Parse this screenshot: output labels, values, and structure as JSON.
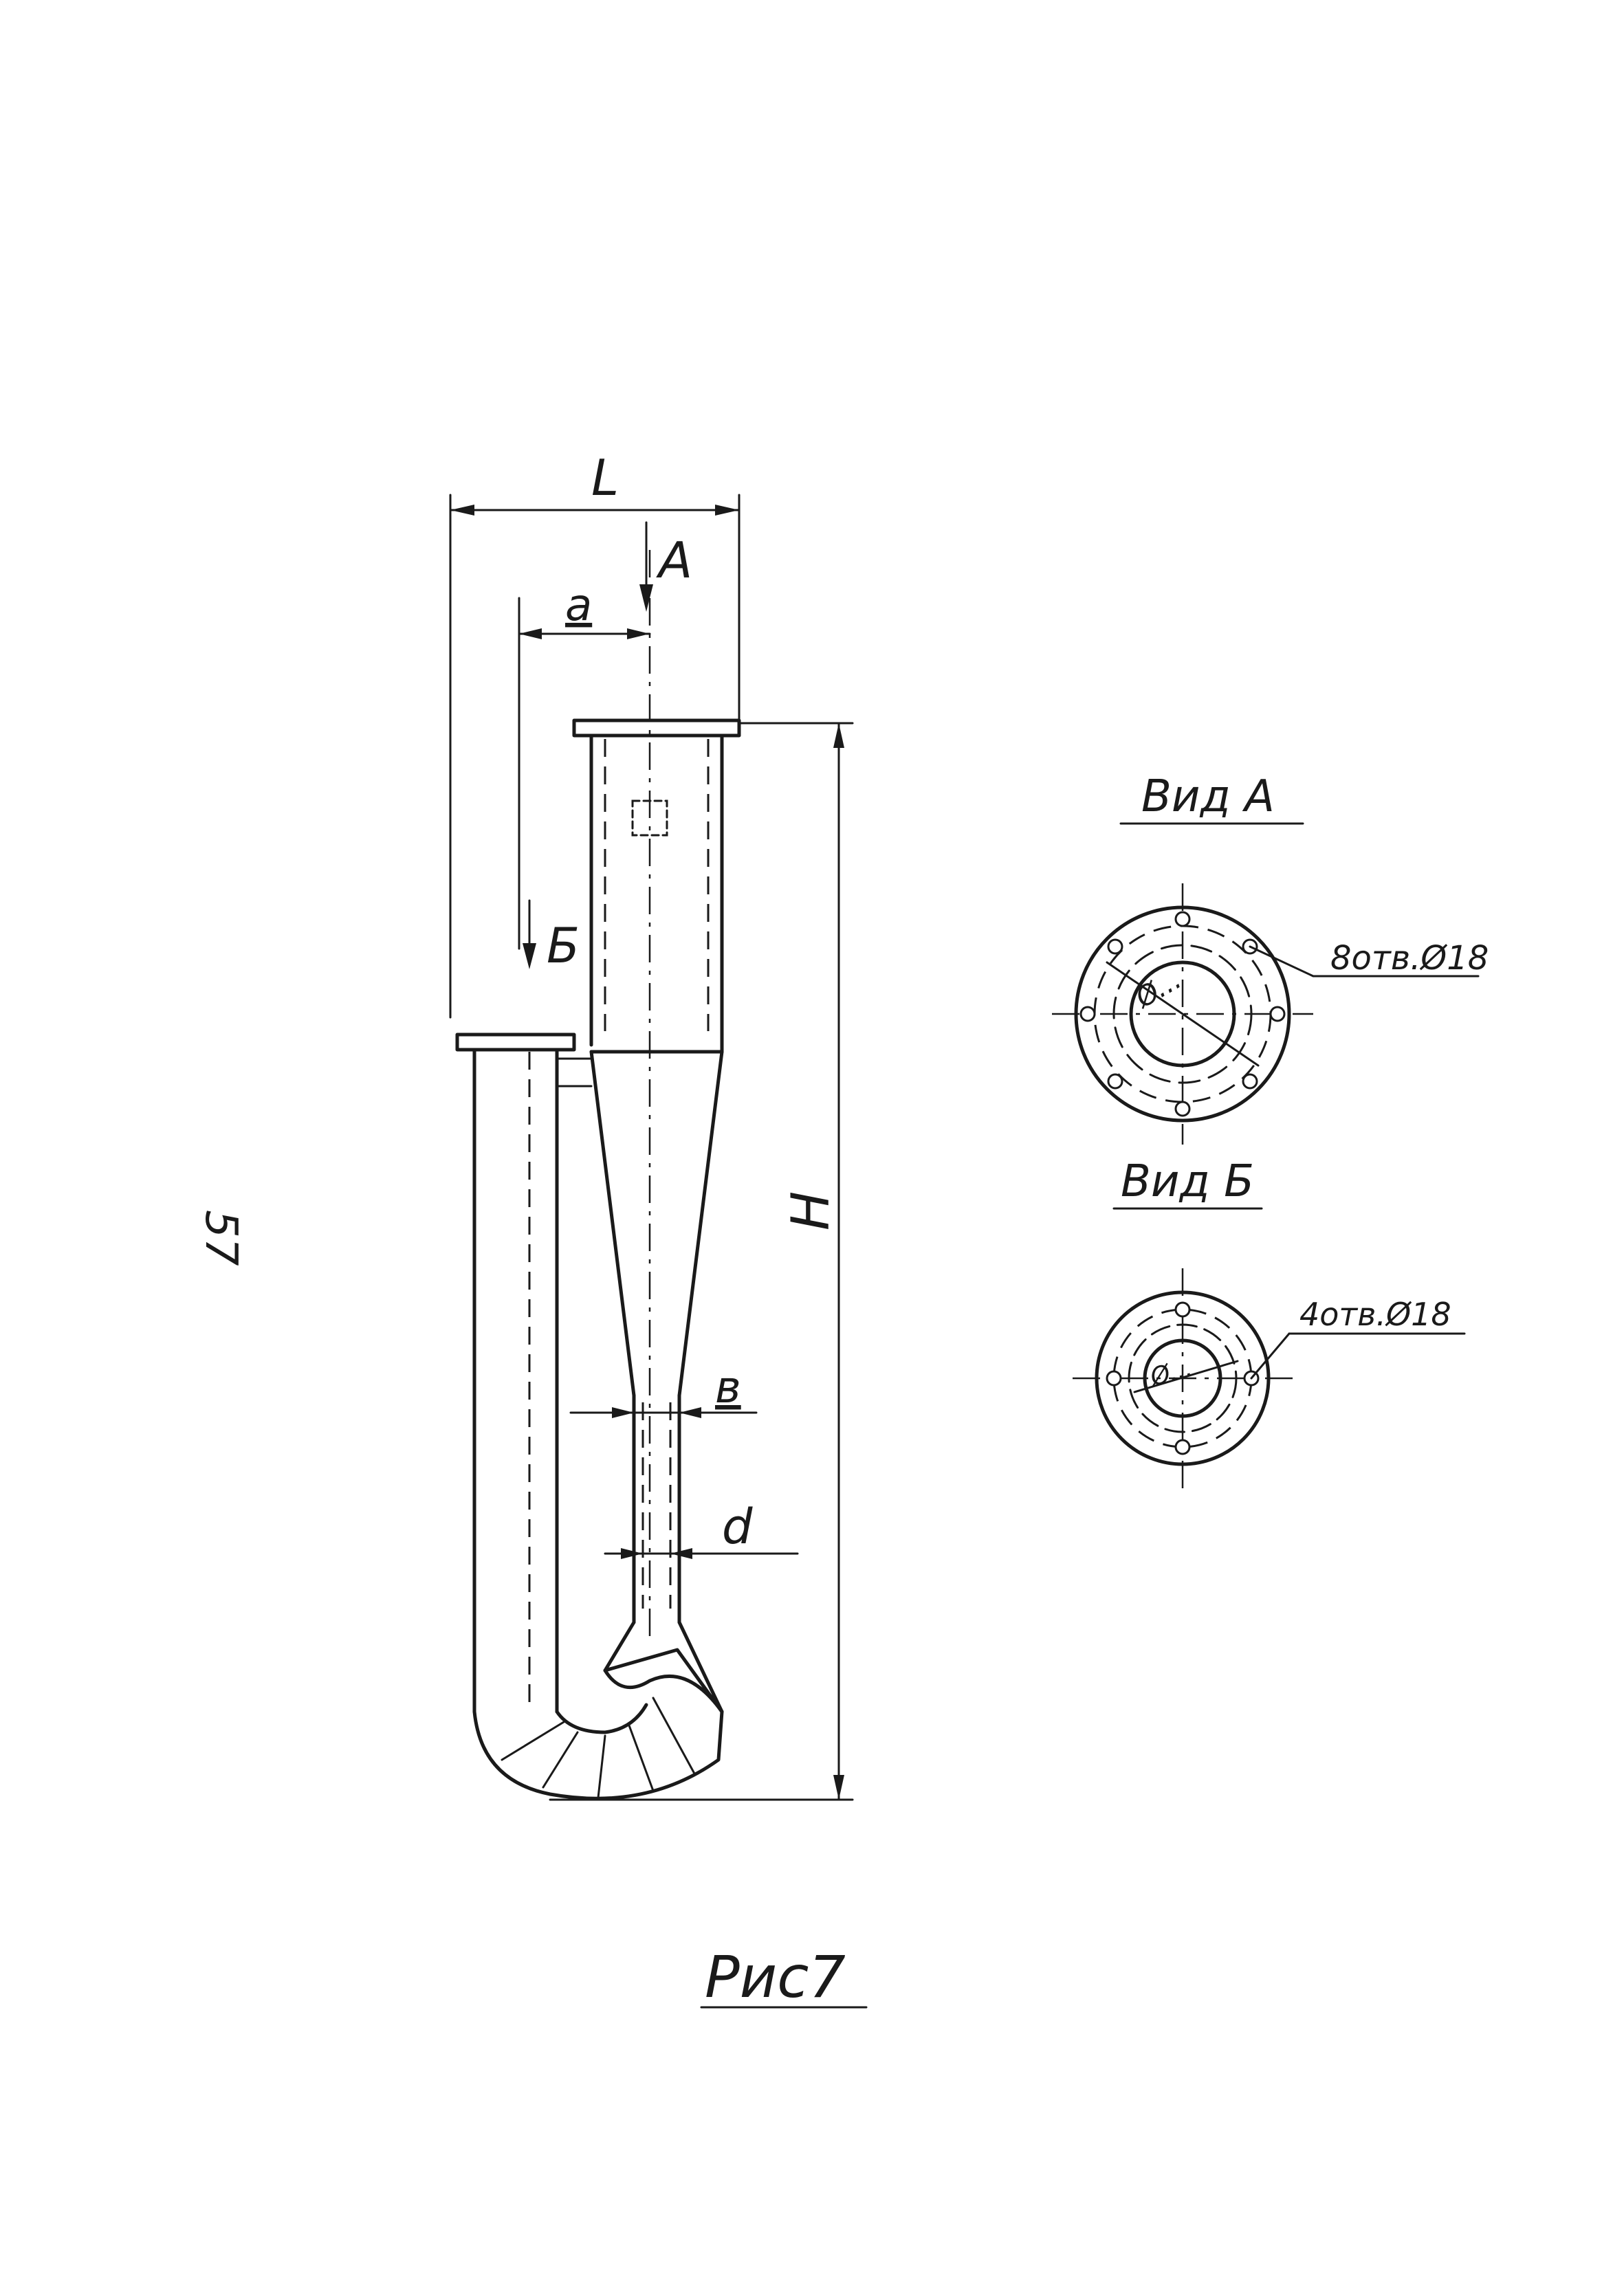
{
  "side_number": "57",
  "main_view": {
    "dim_L": "L",
    "dim_a": "a",
    "dim_H": "H",
    "dim_b": "в",
    "dim_d": "d",
    "arrow_A": "A",
    "arrow_B": "Б"
  },
  "view_a": {
    "title": "Вид А",
    "hole_note": "8отв.Ø18",
    "diameter_label": "Ø..."
  },
  "view_b": {
    "title": "Вид Б",
    "hole_note": "4отв.Ø18",
    "diameter_label": "Ø..."
  },
  "caption": "Рис7"
}
